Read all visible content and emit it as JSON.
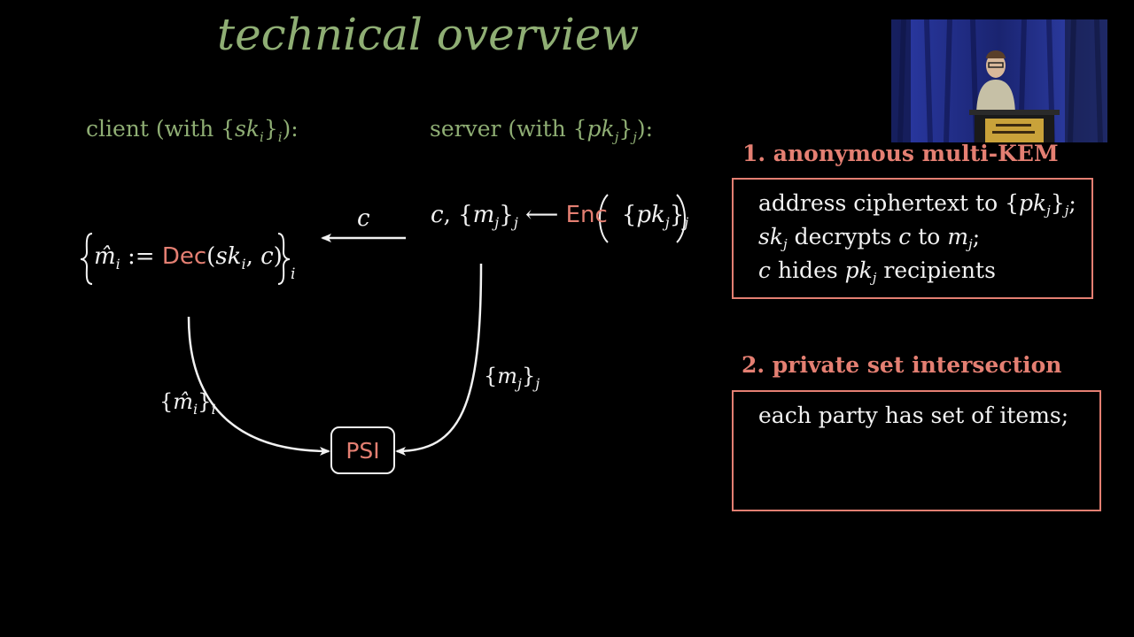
{
  "slide": {
    "title": "technical overview"
  },
  "client": {
    "label_prefix": "client (with {",
    "label_var": "sk",
    "label_sub": "i",
    "label_close": "}",
    "label_outer_sub": "i",
    "label_suffix": "):",
    "decrypt_formula": {
      "var": "m̂",
      "var_sub": "i",
      "assign": " := ",
      "func": "Dec",
      "open": "(",
      "arg1": "sk",
      "arg1_sub": "i",
      "comma": ", ",
      "arg2": "c",
      "close": ")",
      "outer_sub": "i"
    },
    "set_label": {
      "var": "m̂",
      "var_sub": "i",
      "outer_sub": "i"
    }
  },
  "server": {
    "label_prefix": "server (with {",
    "label_var": "pk",
    "label_sub": "j",
    "label_close": "}",
    "label_outer_sub": "j",
    "label_suffix": "):",
    "encrypt_formula": {
      "c": "c",
      "comma": ", {",
      "m": "m",
      "m_sub": "j",
      "m_close": "}",
      "m_outer_sub": "j",
      "arrow": " ⟵ ",
      "func": "Enc",
      "pk": "pk",
      "pk_sub": "j",
      "pk_outer_sub": "j"
    },
    "set_label": {
      "var": "m",
      "var_sub": "j",
      "outer_sub": "j"
    }
  },
  "arrow_label": "c",
  "psi_label": "PSI",
  "sections": [
    {
      "title": "1. anonymous multi-KEM",
      "lines": [
        {
          "parts": [
            "address ciphertext to {",
            "pk",
            "j",
            "}",
            "j",
            ";"
          ]
        },
        {
          "parts": [
            "sk",
            "j",
            " decrypts ",
            "c",
            " to ",
            "m",
            "j",
            ";"
          ]
        },
        {
          "parts": [
            "c",
            " hides ",
            "pk",
            "j",
            " recipients"
          ]
        }
      ]
    },
    {
      "title": "2. private set intersection",
      "lines": [
        {
          "text": "each party has set of items;"
        }
      ]
    }
  ],
  "colors": {
    "background": "#000000",
    "accent_green": "#8fae74",
    "accent_salmon": "#e47f72",
    "foreground": "#f2f2f2"
  }
}
